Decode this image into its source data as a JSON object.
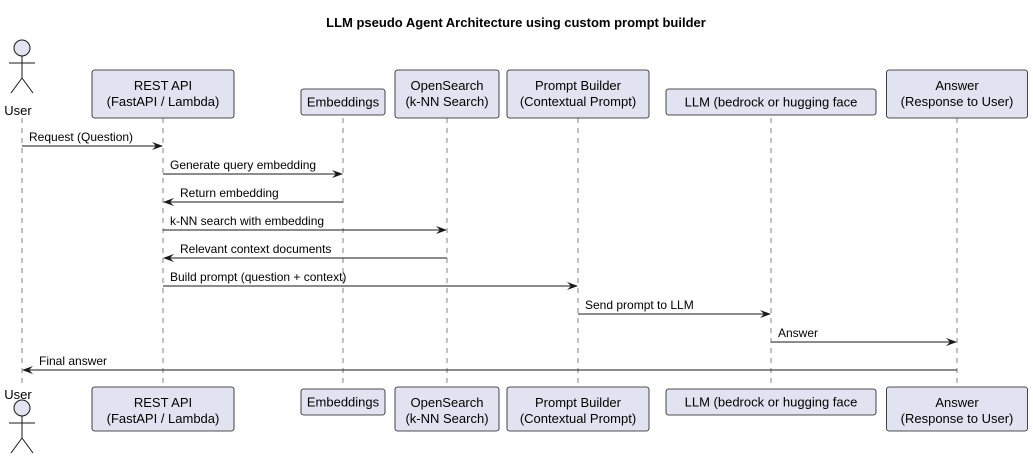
{
  "title": "LLM pseudo Agent Architecture using custom prompt builder",
  "participants": [
    {
      "id": "user",
      "kind": "actor",
      "label": "User"
    },
    {
      "id": "api",
      "kind": "box",
      "lines": [
        "REST API",
        "(FastAPI / Lambda)"
      ]
    },
    {
      "id": "emb",
      "kind": "box",
      "lines": [
        "Embeddings"
      ]
    },
    {
      "id": "os",
      "kind": "box",
      "lines": [
        "OpenSearch",
        "(k-NN Search)"
      ]
    },
    {
      "id": "pb",
      "kind": "box",
      "lines": [
        "Prompt Builder",
        "(Contextual Prompt)"
      ]
    },
    {
      "id": "llm",
      "kind": "box",
      "lines": [
        "LLM (bedrock or hugging face"
      ]
    },
    {
      "id": "ans",
      "kind": "box",
      "lines": [
        "Answer",
        "(Response to User)"
      ]
    }
  ],
  "messages": [
    {
      "from": "user",
      "to": "api",
      "label": "Request (Question)"
    },
    {
      "from": "api",
      "to": "emb",
      "label": "Generate query embedding"
    },
    {
      "from": "emb",
      "to": "api",
      "label": "Return embedding"
    },
    {
      "from": "api",
      "to": "os",
      "label": "k-NN search with embedding"
    },
    {
      "from": "os",
      "to": "api",
      "label": "Relevant context documents"
    },
    {
      "from": "api",
      "to": "pb",
      "label": "Build prompt (question + context)"
    },
    {
      "from": "pb",
      "to": "llm",
      "label": "Send prompt to LLM"
    },
    {
      "from": "llm",
      "to": "ans",
      "label": "Answer"
    },
    {
      "from": "ans",
      "to": "user",
      "label": "Final answer"
    }
  ]
}
